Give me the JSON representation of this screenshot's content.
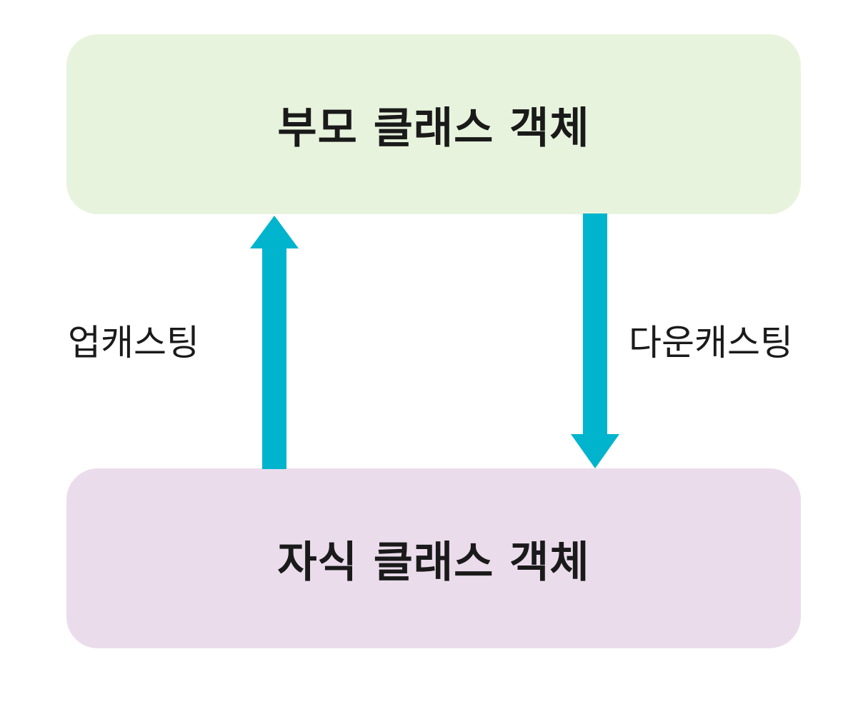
{
  "colors": {
    "parent_box": "#e8f3dd",
    "child_box": "#ebdcec",
    "arrow": "#00b4cd"
  },
  "parent_box": {
    "label": "부모 클래스 객체"
  },
  "child_box": {
    "label": "자식 클래스 객체"
  },
  "upcast": {
    "label": "업캐스팅",
    "direction": "up"
  },
  "downcast": {
    "label": "다운캐스팅",
    "direction": "down"
  }
}
